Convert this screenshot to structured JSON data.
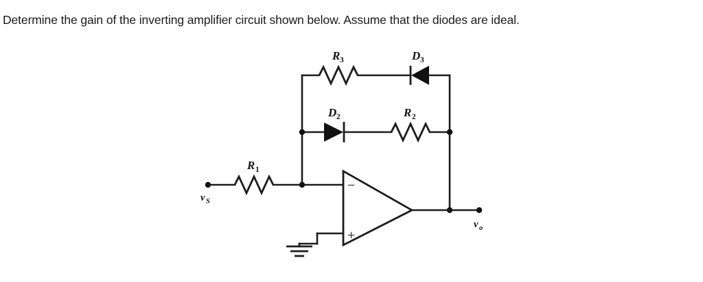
{
  "document": {
    "question": "Determine the gain of the inverting amplifier circuit shown below. Assume that the diodes are ideal."
  },
  "figure": {
    "title": "inverting-amplifier-with-ideal-diodes",
    "background_color": "#ffffff",
    "ink_color": "#1c1c1c",
    "components": {
      "r1": {
        "label": "R",
        "subscript": "1",
        "type": "resistor",
        "orientation": "horizontal"
      },
      "r2": {
        "label": "R",
        "subscript": "2",
        "type": "resistor",
        "orientation": "horizontal"
      },
      "r3": {
        "label": "R",
        "subscript": "3",
        "type": "resistor",
        "orientation": "horizontal"
      },
      "d2": {
        "label": "D",
        "subscript": "2",
        "type": "diode",
        "direction": "right"
      },
      "d3": {
        "label": "D",
        "subscript": "3",
        "type": "diode",
        "direction": "left"
      },
      "opamp": {
        "inverting_pin": "−",
        "noninverting_pin": "+"
      },
      "ground": {
        "type": "earth-ground"
      }
    },
    "terminals": {
      "input": {
        "label": "v",
        "subscript": "S"
      },
      "output": {
        "label": "v",
        "subscript": "o"
      }
    }
  }
}
